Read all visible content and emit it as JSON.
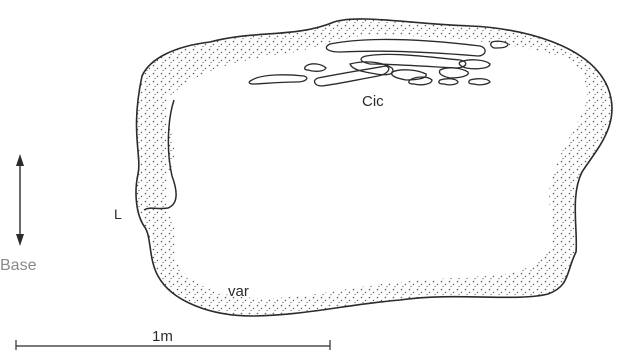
{
  "labels": {
    "cic": "Cic",
    "l": "L",
    "base": "Base",
    "var": "var",
    "scale": "1m"
  },
  "colors": {
    "ink": "#2b2b2b",
    "stipple": "#5a5a5a",
    "muted": "#8a8a8a",
    "background": "#ffffff"
  }
}
